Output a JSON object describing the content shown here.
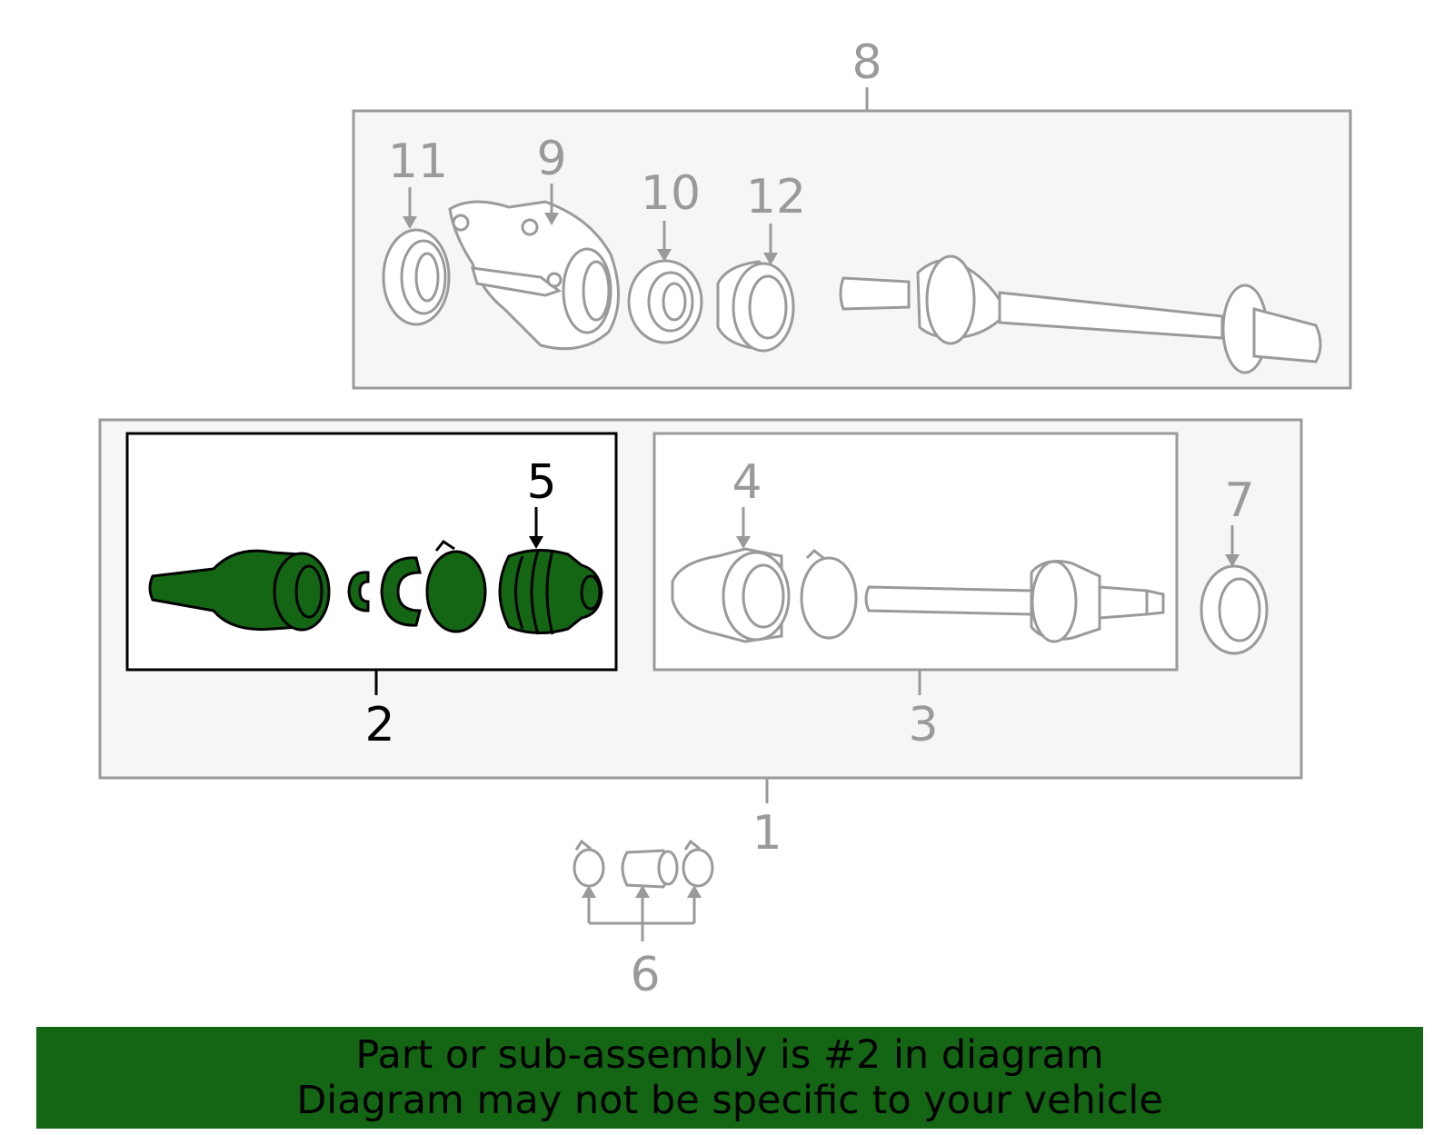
{
  "colors": {
    "highlight_fill": "#146614",
    "inactive_stroke": "#9a9a9a",
    "active_stroke": "#000000",
    "box_fill": "#f6f6f6",
    "banner_bg": "#146614"
  },
  "callouts": {
    "c1": "1",
    "c2": "2",
    "c3": "3",
    "c4": "4",
    "c5": "5",
    "c6": "6",
    "c7": "7",
    "c8": "8",
    "c9": "9",
    "c10": "10",
    "c11": "11",
    "c12": "12"
  },
  "banner": {
    "line1": "Part or sub-assembly is #2 in diagram",
    "line2": "Diagram may not be specific to your vehicle"
  }
}
